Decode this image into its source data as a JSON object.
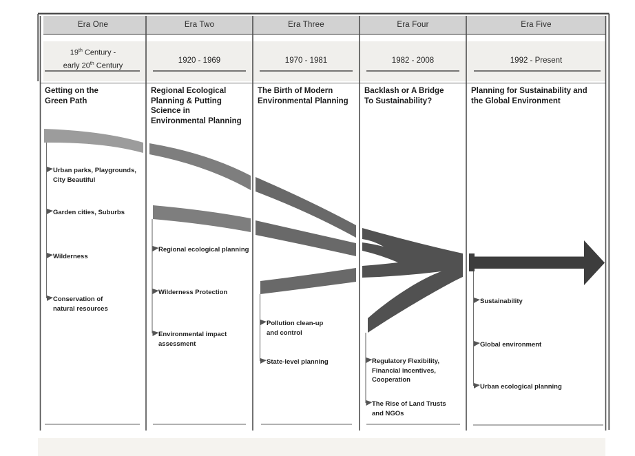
{
  "diagram": {
    "columns": [
      {
        "era": "Era One",
        "date_parts": {
          "l1a": "19",
          "l1sup": "th",
          "l1b": " Century -",
          "l2a": "early 20",
          "l2sup": "th",
          "l2b": " Century"
        },
        "title": "Getting on the\nGreen Path",
        "items": [
          "Urban parks, Playgrounds,\nCity Beautiful",
          "Garden cities, Suburbs",
          "Wilderness",
          "Conservation of\nnatural resources"
        ]
      },
      {
        "era": "Era Two",
        "date": "1920 - 1969",
        "title": "Regional Ecological\nPlanning & Putting\nScience in\nEnvironmental Planning",
        "items": [
          "Regional ecological planning",
          "Wilderness Protection",
          "Environmental impact\nassessment"
        ]
      },
      {
        "era": "Era Three",
        "date": "1970 - 1981",
        "title": "The Birth of Modern\nEnvironmental Planning",
        "items": [
          "Pollution clean-up\nand control",
          "State-level planning"
        ]
      },
      {
        "era": "Era Four",
        "date": "1982 - 2008",
        "title": "Backlash or A Bridge\nTo Sustainability?",
        "items": [
          "Regulatory Flexibility,\nFinancial incentives,\nCooperation",
          "The Rise of Land Trusts\nand NGOs"
        ]
      },
      {
        "era": "Era Five",
        "date": "1992 - Present",
        "title": "Planning for Sustainability and\nthe Global Environment",
        "items": [
          "Sustainability",
          "Global environment",
          "Urban ecological planning"
        ]
      }
    ],
    "colors": {
      "era_bar_bg": "#d2d2d2",
      "date_bar_bg": "#f0efec",
      "band_era1": "#9c9c9c",
      "band_era2": "#7e7e7e",
      "band_era3": "#696969",
      "band_era4": "#515151",
      "arrow": "#3d3d3d"
    }
  }
}
